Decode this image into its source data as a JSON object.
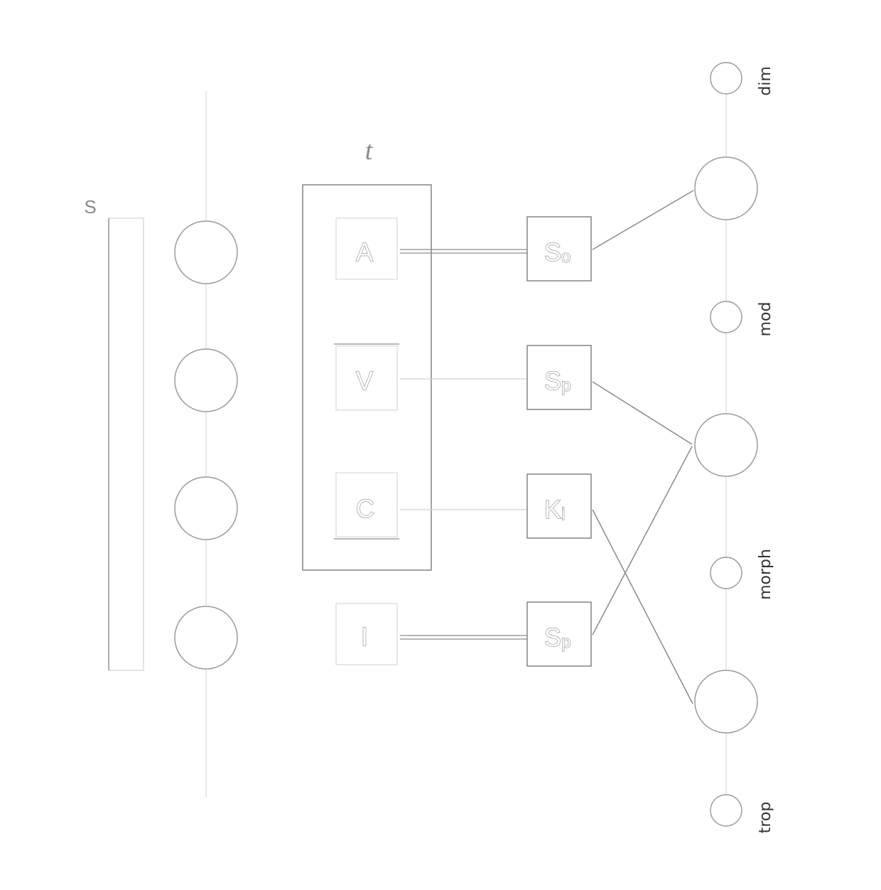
{
  "labels": {
    "s": "S",
    "t": "t",
    "box_a": "A",
    "box_v": "V",
    "box_c": "C",
    "box_i": "I",
    "node_so_main": "S",
    "node_so_sub": "o",
    "node_sp1_main": "S",
    "node_sp1_sub": "p",
    "node_ki_main": "K",
    "node_ki_sub": "i",
    "node_sp2_main": "S",
    "node_sp2_sub": "p",
    "axis_dim": "dim",
    "axis_mod": "mod",
    "axis_morph": "morph",
    "axis_trop": "trop"
  },
  "colors": {
    "line": "#8a8a8a",
    "faint": "#dddddd",
    "text_dark": "#333333"
  }
}
